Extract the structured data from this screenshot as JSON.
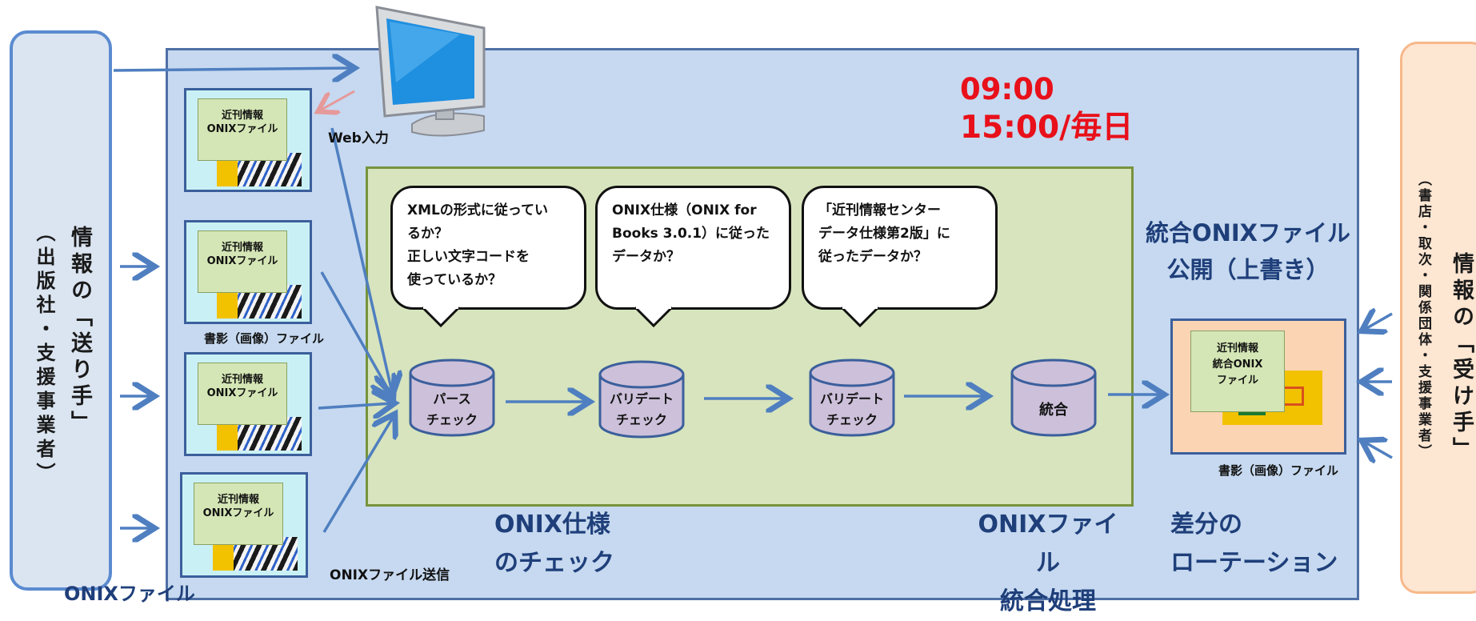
{
  "sender": {
    "title": "情報の「送り手」",
    "subtitle": "（出版社・支援事業者）"
  },
  "receiver": {
    "title": "情報の「受け手」",
    "subtitle": "（書店・取次・関係団体・支援事業者）"
  },
  "web_input": {
    "label": "Web入力"
  },
  "schedule": {
    "line1": "09:00",
    "line2": "15:00/毎日"
  },
  "files": [
    {
      "line1": "近刊情報",
      "line2": "ONIXファイル"
    },
    {
      "line1": "近刊情報",
      "line2": "ONIXファイル"
    },
    {
      "line1": "近刊情報",
      "line2": "ONIXファイル"
    },
    {
      "line1": "近刊情報",
      "line2": "ONIXファイル"
    }
  ],
  "image_file_label": "書影（画像）ファイル",
  "send_label": "ONIXファイル送信",
  "onix_file_label": "ONIXファイル",
  "bubbles": [
    {
      "lines": [
        "XMLの形式に従ってい",
        "るか？",
        "正しい文字コードを",
        "使っているか？"
      ]
    },
    {
      "lines": [
        "ONIX仕様（ONIX for",
        "Books 3.0.1）に従った",
        "データか？"
      ]
    },
    {
      "lines": [
        "「近刊情報センター",
        "データ仕様第2版」に",
        "従ったデータか？"
      ]
    }
  ],
  "steps": [
    {
      "line1": "パース",
      "line2": "チェック"
    },
    {
      "line1": "バリデート",
      "line2": "チェック"
    },
    {
      "line1": "バリデート",
      "line2": "チェック"
    },
    {
      "line1": "統合",
      "line2": ""
    }
  ],
  "publish": {
    "line1": "統合ONIXファイル",
    "line2": "公開（上書き）"
  },
  "output_file": {
    "line1": "近刊情報",
    "line2": "統合ONIX",
    "line3": "ファイル"
  },
  "output_image_label": "書影（画像）ファイル",
  "phases": {
    "check": {
      "line1": "ONIX仕様",
      "line2": "のチェック"
    },
    "merge": {
      "line1": "ONIXファイル",
      "line2": "統合処理"
    },
    "rotation": {
      "line1": "差分の",
      "line2": "ローテーション"
    }
  },
  "colors": {
    "schedule": "#e8101a",
    "phase_text": "#1f3f7a",
    "arrow": "#4f7fc0"
  }
}
